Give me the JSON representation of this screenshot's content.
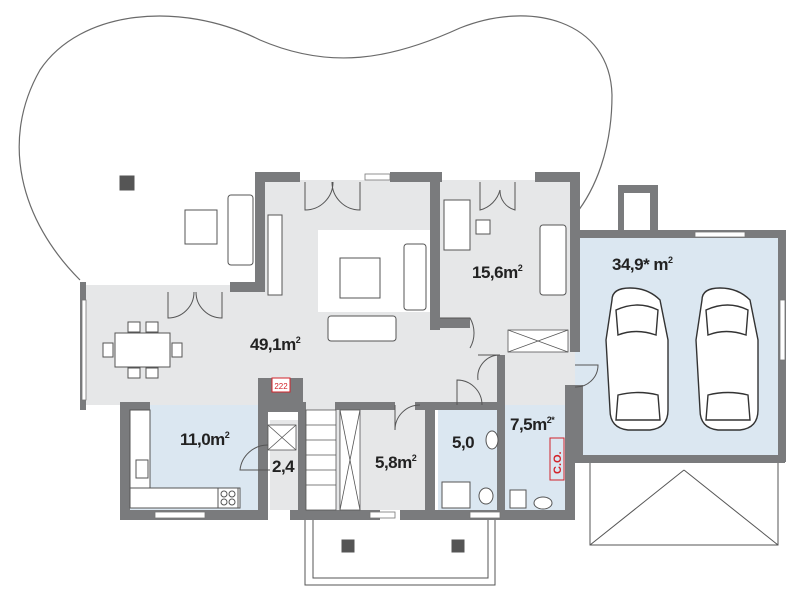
{
  "colors": {
    "wall": "#7a7b7d",
    "floor": "#e6e7e8",
    "wet_floor": "#dbe7f1",
    "furniture": "#ffffff",
    "line": "#555555",
    "co_text": "#d2232a"
  },
  "rooms": {
    "living": {
      "area": "49,1",
      "unit": "m",
      "exp": "2"
    },
    "bedroom": {
      "area": "15,6",
      "unit": "m",
      "exp": "2"
    },
    "garage": {
      "area": "34,9*",
      "unit": " m",
      "exp": "2"
    },
    "kitchen": {
      "area": "11,0",
      "unit": "m",
      "exp": "2"
    },
    "pantry": {
      "area": "2,4",
      "unit": "",
      "exp": ""
    },
    "hall": {
      "area": "5,8",
      "unit": "m",
      "exp": "2"
    },
    "bathroom": {
      "area": "5,0",
      "unit": "",
      "exp": ""
    },
    "utility": {
      "area": "7,5",
      "unit": "m",
      "exp": "2*"
    }
  },
  "boiler_label": "C.O.",
  "icons": [
    "car-icon",
    "car-icon",
    "fireplace-icon",
    "sofa-icon",
    "table-icon",
    "bathtub-icon",
    "toilet-icon",
    "sink-icon",
    "stove-icon"
  ]
}
